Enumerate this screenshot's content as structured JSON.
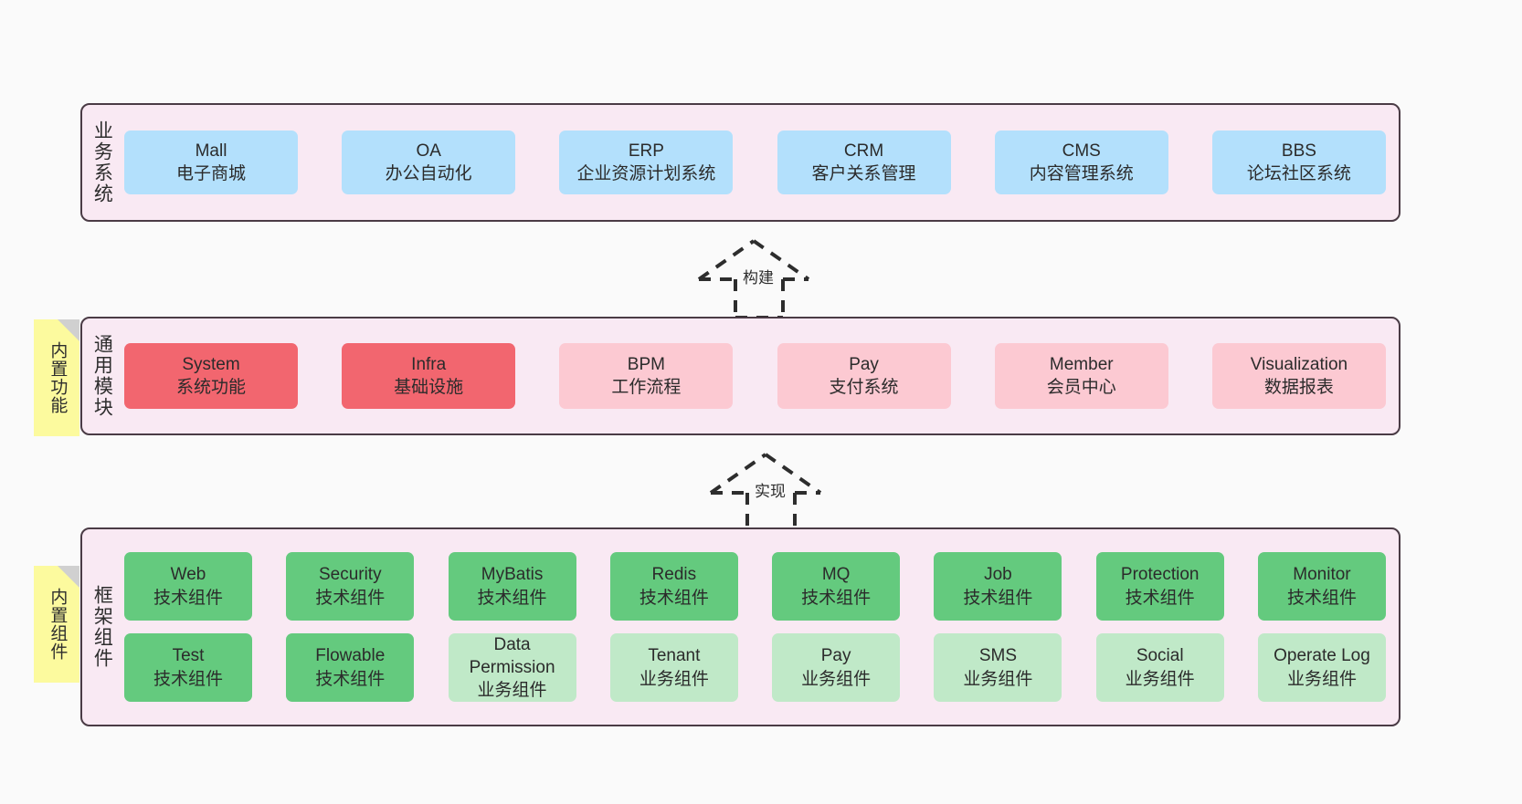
{
  "diagram": {
    "background": "#fafafa",
    "panel_fill": "#f9e9f3",
    "panel_border": "#4a3b45",
    "note_fill": "#fcfa9e",
    "colors": {
      "blue": "#b3e0fc",
      "red": "#f2666f",
      "pink": "#fcc9d2",
      "green_dark": "#64ca7e",
      "green_light": "#c0e9c8"
    }
  },
  "layers": [
    {
      "title": "业务系统",
      "rows": [
        {
          "nodes": [
            {
              "title": "Mall",
              "sub": "电子商城",
              "color": "blue"
            },
            {
              "title": "OA",
              "sub": "办公自动化",
              "color": "blue"
            },
            {
              "title": "ERP",
              "sub": "企业资源计划系统",
              "color": "blue"
            },
            {
              "title": "CRM",
              "sub": "客户关系管理",
              "color": "blue"
            },
            {
              "title": "CMS",
              "sub": "内容管理系统",
              "color": "blue"
            },
            {
              "title": "BBS",
              "sub": "论坛社区系统",
              "color": "blue"
            }
          ]
        }
      ]
    },
    {
      "title": "通用模块",
      "note": "内置功能",
      "rows": [
        {
          "nodes": [
            {
              "title": "System",
              "sub": "系统功能",
              "color": "red"
            },
            {
              "title": "Infra",
              "sub": "基础设施",
              "color": "red"
            },
            {
              "title": "BPM",
              "sub": "工作流程",
              "color": "pink"
            },
            {
              "title": "Pay",
              "sub": "支付系统",
              "color": "pink"
            },
            {
              "title": "Member",
              "sub": "会员中心",
              "color": "pink"
            },
            {
              "title": "Visualization",
              "sub": "数据报表",
              "color": "pink"
            }
          ]
        }
      ]
    },
    {
      "title": "框架组件",
      "note": "内置组件",
      "rows": [
        {
          "nodes": [
            {
              "title": "Web",
              "sub": "技术组件",
              "color": "green_dark"
            },
            {
              "title": "Security",
              "sub": "技术组件",
              "color": "green_dark"
            },
            {
              "title": "MyBatis",
              "sub": "技术组件",
              "color": "green_dark"
            },
            {
              "title": "Redis",
              "sub": "技术组件",
              "color": "green_dark"
            },
            {
              "title": "MQ",
              "sub": "技术组件",
              "color": "green_dark"
            },
            {
              "title": "Job",
              "sub": "技术组件",
              "color": "green_dark"
            },
            {
              "title": "Protection",
              "sub": "技术组件",
              "color": "green_dark"
            },
            {
              "title": "Monitor",
              "sub": "技术组件",
              "color": "green_dark"
            }
          ]
        },
        {
          "nodes": [
            {
              "title": "Test",
              "sub": "技术组件",
              "color": "green_dark"
            },
            {
              "title": "Flowable",
              "sub": "技术组件",
              "color": "green_dark"
            },
            {
              "title": "Data Permission",
              "sub": "业务组件",
              "color": "green_light",
              "wrap": true
            },
            {
              "title": "Tenant",
              "sub": "业务组件",
              "color": "green_light"
            },
            {
              "title": "Pay",
              "sub": "业务组件",
              "color": "green_light"
            },
            {
              "title": "SMS",
              "sub": "业务组件",
              "color": "green_light"
            },
            {
              "title": "Social",
              "sub": "业务组件",
              "color": "green_light"
            },
            {
              "title": "Operate Log",
              "sub": "业务组件",
              "color": "green_light"
            }
          ]
        }
      ]
    }
  ],
  "connectors": [
    {
      "label": "构建"
    },
    {
      "label": "实现"
    }
  ]
}
